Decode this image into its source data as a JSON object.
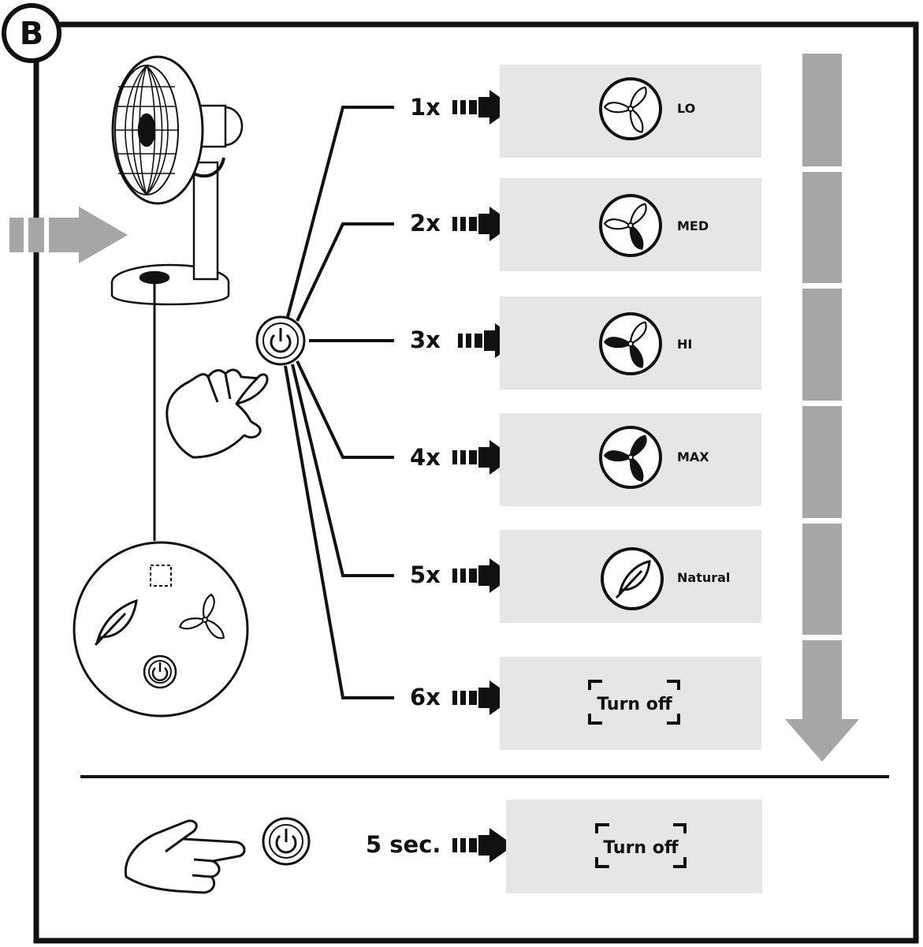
{
  "panel": {
    "badge": "B"
  },
  "steps": [
    {
      "count": "1x",
      "mode": "LO",
      "icon": "fan-icon-lo"
    },
    {
      "count": "2x",
      "mode": "MED",
      "icon": "fan-icon-med"
    },
    {
      "count": "3x",
      "mode": "HI",
      "icon": "fan-icon-hi"
    },
    {
      "count": "4x",
      "mode": "MAX",
      "icon": "fan-icon-max"
    },
    {
      "count": "5x",
      "mode": "Natural",
      "icon": "leaf-icon"
    },
    {
      "count": "6x",
      "mode": "Turn off",
      "icon": "turn-off-frame"
    }
  ],
  "long_press": {
    "duration": "5 sec.",
    "result": "Turn off"
  },
  "colors": {
    "box": "#e6e6e6",
    "arrow": "#a6a6a6",
    "ink": "#111111"
  }
}
